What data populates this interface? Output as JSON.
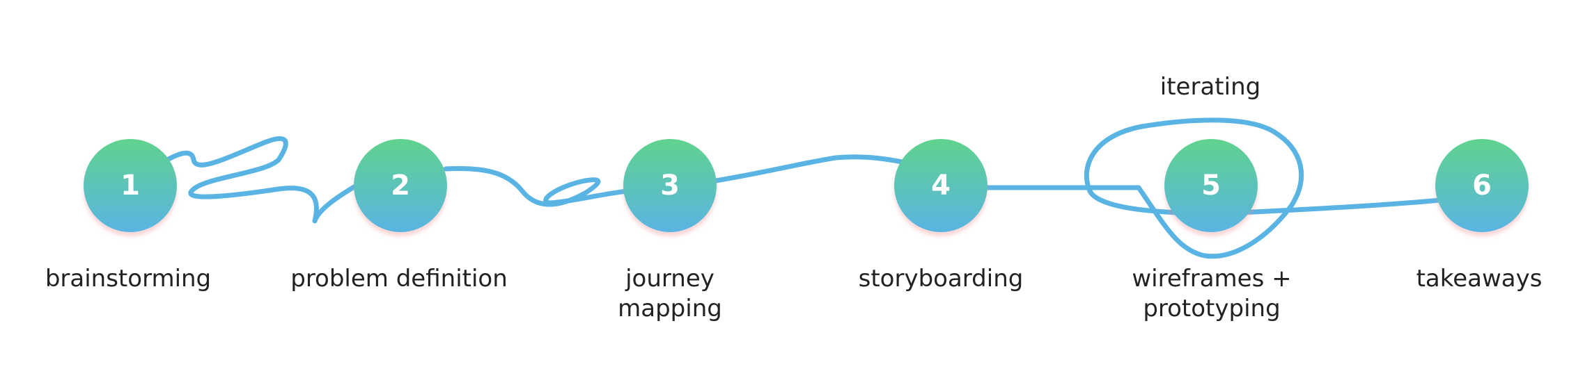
{
  "diagram": {
    "steps": [
      {
        "number": "1",
        "label": "brainstorming"
      },
      {
        "number": "2",
        "label": "problem definition"
      },
      {
        "number": "3",
        "label": "journey\nmapping"
      },
      {
        "number": "4",
        "label": "storyboarding"
      },
      {
        "number": "5",
        "label": "wireframes +\nprototyping"
      },
      {
        "number": "6",
        "label": "takeaways"
      }
    ],
    "annotation": "iterating",
    "colors": {
      "path": "#5ab4e3",
      "node_top": "#5fd38d",
      "node_bottom": "#5ab4e3",
      "text": "#222222"
    }
  }
}
